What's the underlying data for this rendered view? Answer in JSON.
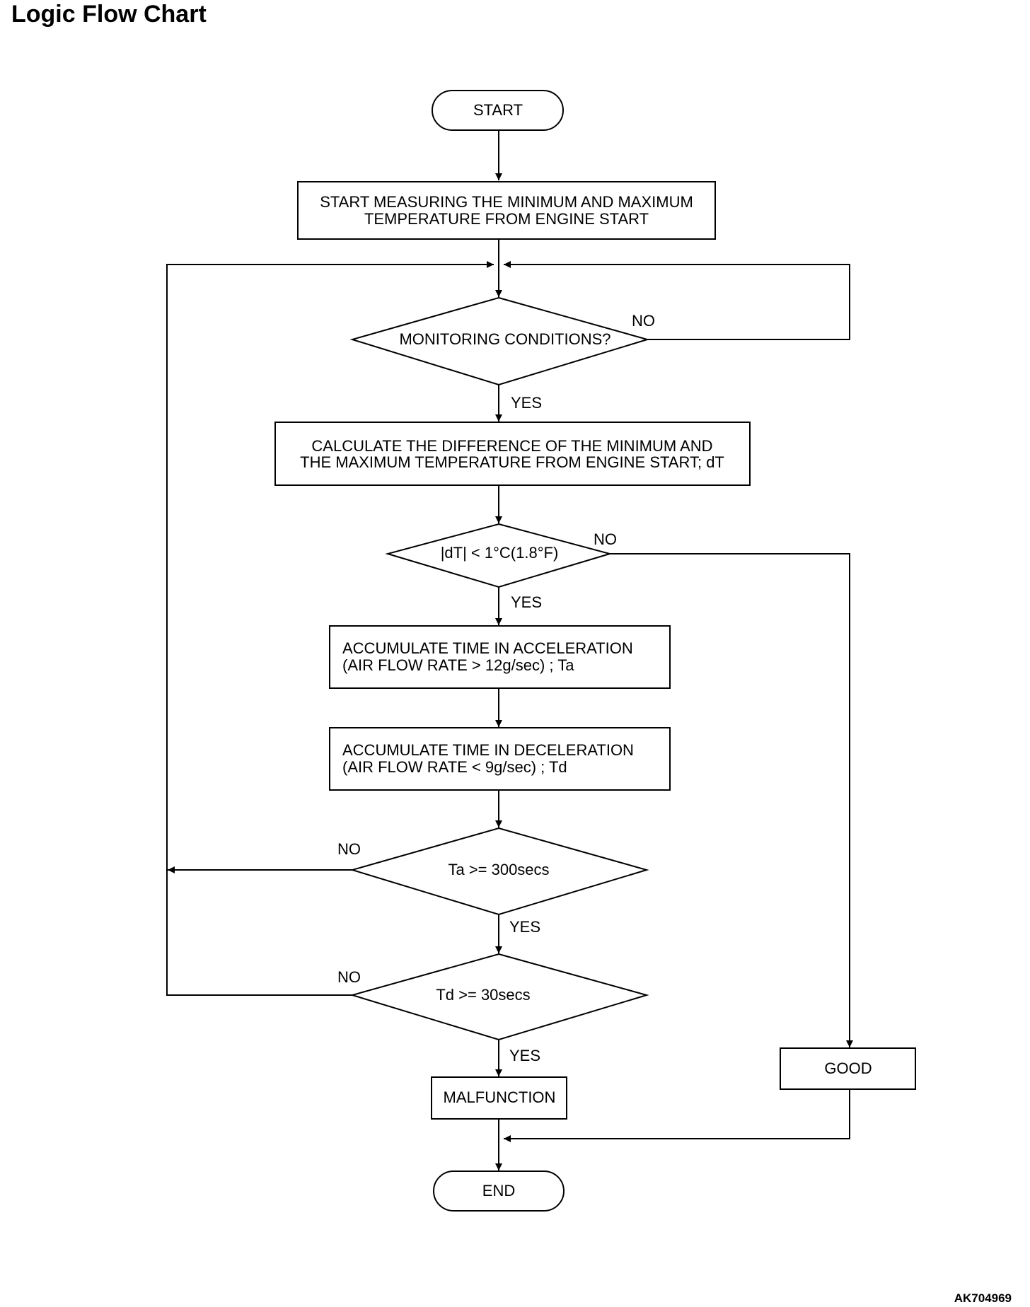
{
  "title": "Logic Flow Chart",
  "figure_id": "AK704969",
  "nodes": {
    "start": "START",
    "measure": [
      "START MEASURING THE MINIMUM AND MAXIMUM",
      "TEMPERATURE FROM ENGINE START"
    ],
    "monitoring": "MONITORING CONDITIONS?",
    "calculate": [
      "CALCULATE THE DIFFERENCE OF THE MINIMUM AND",
      "THE MAXIMUM TEMPERATURE FROM ENGINE START; dT"
    ],
    "dt_check": "|dT| < 1°C(1.8°F)",
    "accel": [
      "ACCUMULATE TIME IN ACCELERATION",
      "(AIR FLOW RATE > 12g/sec) ; Ta"
    ],
    "decel": [
      "ACCUMULATE TIME IN DECELERATION",
      "(AIR FLOW RATE < 9g/sec) ; Td"
    ],
    "ta_check": "Ta >= 300secs",
    "td_check": "Td >= 30secs",
    "malfunction": "MALFUNCTION",
    "good": "GOOD",
    "end": "END"
  },
  "labels": {
    "monitoring_no": "NO",
    "monitoring_yes": "YES",
    "dt_no": "NO",
    "dt_yes": "YES",
    "ta_no": "NO",
    "ta_yes": "YES",
    "td_no": "NO",
    "td_yes": "YES"
  }
}
